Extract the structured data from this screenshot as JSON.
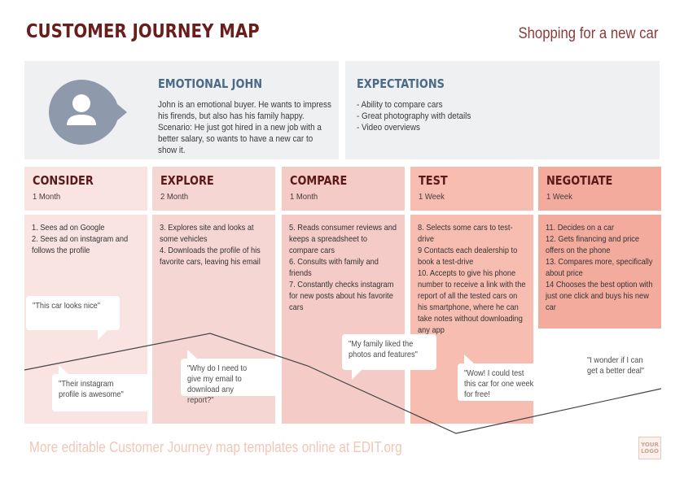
{
  "header": {
    "title": "CUSTOMER JOURNEY MAP",
    "subtitle": "Shopping for a new car"
  },
  "persona": {
    "name": "EMOTIONAL JOHN",
    "description": "John is an emotional buyer. He wants to impress his firends, but also has his family happy. Scenario: He just got hired in a new job with a better salary, so wants to have a new car to show it.",
    "icon": "user-avatar-icon"
  },
  "expectations": {
    "heading": "EXPECTATIONS",
    "items": [
      "- Ability to compare cars",
      "- Great photography with details",
      "- Video overviews"
    ]
  },
  "colors": {
    "stage_consider": "#f9e4e1",
    "stage_explore": "#f6d6d3",
    "stage_compare": "#f4cbc7",
    "stage_test": "#f7bdb1",
    "stage_negotiate": "#f3ab9e",
    "panel": "#eef0f2",
    "title": "#6b1d1d"
  },
  "stages": [
    {
      "title": "CONSIDER",
      "duration": "1 Month",
      "lines": [
        "1. Sees ad on Google",
        "2. Sees ad on instagram and follows the profile"
      ]
    },
    {
      "title": "EXPLORE",
      "duration": "2 Month",
      "lines": [
        "3. Explores site and looks at some vehicles",
        "4. Downloads the profile of his favorite cars, leaving his email"
      ]
    },
    {
      "title": "COMPARE",
      "duration": "1 Month",
      "lines": [
        "5. Reads consumer reviews and keeps a spreadsheet to compare cars",
        "6. Consults with family and friends",
        "7. Constantly checks instagram for new posts about his favorite cars"
      ]
    },
    {
      "title": "TEST",
      "duration": "1 Week",
      "lines": [
        "8. Selects some cars to test-drive",
        "9 Contacts each dealership to book a test-drive",
        "10. Accepts to give his phone number to receive a link with the report of all the tested cars on his smartphone, where he can take notes without downloading any app"
      ]
    },
    {
      "title": "NEGOTIATE",
      "duration": "1 Week",
      "lines": [
        "11. Decides on a car",
        "12. Gets financing and price offers on the phone",
        "13. Compares more, specifically about price",
        "14 Chooses the best option with just one click and buys his new car"
      ]
    }
  ],
  "quotes": [
    "\"This car looks nice\"",
    "\"Their instagram profile is awesome\"",
    "\"Why do I need to give my email to download any report?\"",
    "\"My family liked the photos and features\"",
    "\"Wow! I could test this car for one week for free!",
    "\"I wonder if I can get a better deal\""
  ],
  "footer": {
    "text": "More editable Customer Journey map templates online at EDIT.org",
    "logo": "YOUR LOGO"
  }
}
